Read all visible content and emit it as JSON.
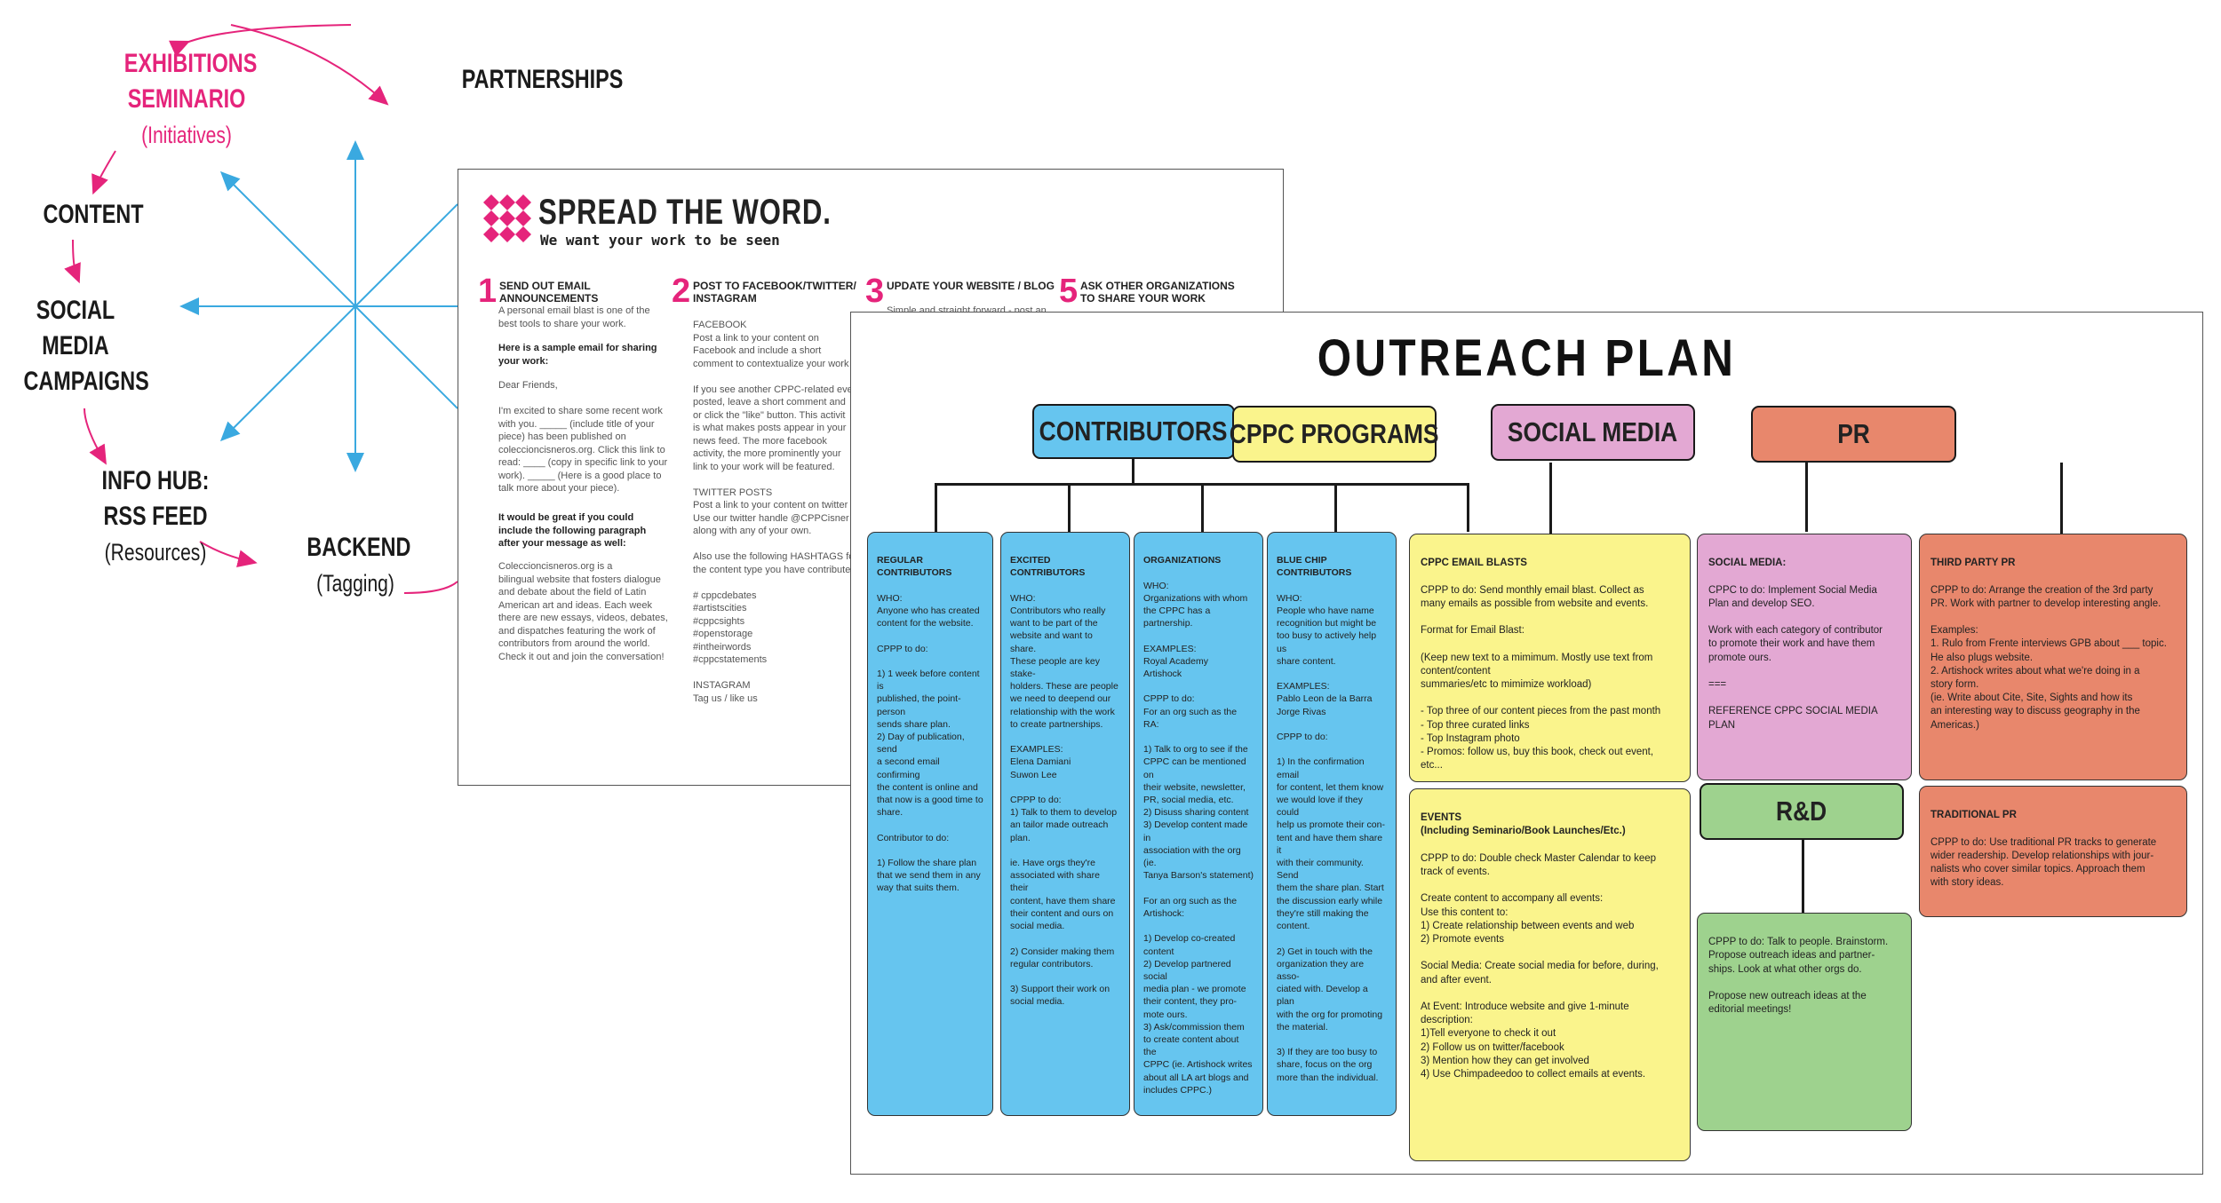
{
  "cycle": {
    "exhibitions": "EXHIBITIONS",
    "seminario": "SEMINARIO",
    "initiatives": "(Initiatives)",
    "partnerships": "PARTNERSHIPS",
    "content": "CONTENT",
    "social_media_campaigns": [
      "SOCIAL",
      "MEDIA",
      "CAMPAIGNS"
    ],
    "info_hub": "INFO HUB:",
    "rss_feed": "RSS FEED",
    "resources": "(Resources)",
    "backend": "BACKEND",
    "tagging": "(Tagging)",
    "colors": {
      "arrow": "#e5247b",
      "spoke": "#3aa9e0"
    }
  },
  "spread": {
    "title": "SPREAD THE WORD.",
    "subtitle": "We want your work to be seen",
    "steps": [
      {
        "num": "1",
        "head": "SEND OUT EMAIL ANNOUNCEMENTS"
      },
      {
        "num": "2",
        "head": "POST TO FACEBOOK/TWITTER/\nINSTAGRAM"
      },
      {
        "num": "3",
        "head": "UPDATE YOUR WEBSITE / BLOG"
      },
      {
        "num": "5",
        "head": "ASK OTHER ORGANIZATIONS\nTO SHARE YOUR WORK"
      }
    ],
    "col1_intro": "A personal email blast is one of the\nbest tools to share your work.",
    "col1_sample": "Here is a sample email for sharing\nyour work:",
    "col1_email": "Dear Friends,\n\nI'm excited to share some recent work\nwith you. _____ (include title of your\npiece) has been published on\ncoleccioncisneros.org. Click this link to\nread: ____ (copy in specific link to your\nwork). _____ (Here is a good place to\ntalk more about your piece).",
    "col1_great": "It would be great if you could\ninclude the following paragraph\nafter your message as well:",
    "col1_para": "Coleccioncisneros.org is a\nbilingual website that fosters dialogue\nand debate about the field of Latin\nAmerican art and ideas. Each week\nthere are new essays, videos, debates,\nand dispatches featuring the work of\ncontributors from around the world.\nCheck it out and join the conversation!",
    "col2_text": "FACEBOOK\nPost a link to your content on\nFacebook and include a short\ncomment to contextualize your work\n\nIf you see another CPPC-related eve\nposted, leave a short comment and\nor click the \"like\" button.  This activit\nis what makes posts appear in your\nnews feed.  The more facebook\nactivity, the more prominently your\nlink to your work will be featured.\n\nTWITTER POSTS\nPost a link to your content on twitter\nUse our twitter handle @CPPCisner\nalong with any of your own.\n\nAlso use the following HASHTAGS fo\nthe content type you have contributed\n\n# cppcdebates\n#artistscities\n#cppcsights\n#openstorage\n#intheirwords\n#cppcstatements\n\nINSTAGRAM\nTag us / like us",
    "col3_text": "Simple and straight forward - post an"
  },
  "outreach": {
    "title": "OUTREACH  PLAN",
    "headers": {
      "contributors": "CONTRIBUTORS",
      "cppc_programs": "CPPC PROGRAMS",
      "social_media": "SOCIAL MEDIA",
      "pr": "PR",
      "rd": "R&D"
    },
    "contributor_cards": [
      {
        "title": "REGULAR\nCONTRIBUTORS",
        "body": "\nWHO:\nAnyone who has created\ncontent for the website.\n\nCPPP to do:\n\n1) 1 week before content is\npublished, the point-person\nsends share plan.\n2) Day of publication, send\na second email confirming\nthe content is online and\nthat now is a good time to\nshare.\n\nContributor to do:\n\n1) Follow the share plan\nthat we send them in any\nway that suits them."
      },
      {
        "title": "EXCITED\nCONTRIBUTORS",
        "body": "\nWHO:\nContributors who really\nwant to be part of the\nwebsite and want to share.\nThese people are key stake-\nholders. These are people\nwe need to deepend our\nrelationship with the work\nto create partnerships.\n\nEXAMPLES:\nElena Damiani\nSuwon Lee\n\nCPPP to do:\n1) Talk to them to develop\nan tailor made outreach\nplan.\n\nie. Have orgs they're\nassociated with share their\ncontent, have them share\ntheir content and ours on\nsocial media.\n\n2) Consider making them\nregular contributors.\n\n3) Support their work on\nsocial media."
      },
      {
        "title": "ORGANIZATIONS",
        "body": "\nWHO:\nOrganizations with whom\nthe CPPC has a partnership.\n\nEXAMPLES:\nRoyal Academy\nArtishock\n\nCPPP to do:\nFor an org such as the RA:\n\n1) Talk to org to see if the\nCPPC can be mentioned on\ntheir website, newsletter,\nPR, social media, etc.\n2) Disuss sharing content\n3) Develop content made in\nassociation with the org (ie.\nTanya Barson's statement)\n\nFor an org such as the\nArtishock:\n\n1) Develop co-created\ncontent\n2) Develop partnered social\nmedia plan - we promote\ntheir content,  they pro-\nmote ours.\n3) Ask/commission them\nto create content about the\nCPPC (ie. Artishock writes\nabout all LA art blogs and\nincludes CPPC.)"
      },
      {
        "title": "BLUE CHIP\nCONTRIBUTORS",
        "body": "\nWHO:\nPeople who have name\nrecognition but might be\ntoo busy to actively help us\nshare content.\n\nEXAMPLES:\nPablo Leon de la Barra\nJorge Rivas\n\nCPPP to do:\n\n1) In the confirmation email\nfor content, let them know\nwe would love if they could\nhelp us promote their con-\ntent and have them share it\nwith their community. Send\nthem the share plan. Start\nthe discussion early while\nthey're still making the\ncontent.\n\n2) Get in touch with the\norganization they are asso-\nciated with. Develop a plan\nwith the org for promoting\nthe material.\n\n3) If they are too busy to\nshare, focus on the org\nmore than the individual."
      }
    ],
    "email_blasts": {
      "title": "CPPC EMAIL BLASTS",
      "body": "\nCPPP to do: Send monthly email blast. Collect as\nmany emails as possible from website and events.\n\nFormat for Email Blast:\n\n(Keep new text to a mimimum. Mostly use text from content/content\nsummaries/etc to mimimize workload)\n\n- Top three of our content pieces from the past month\n- Top three curated links\n- Top Instagram photo\n- Promos: follow us, buy this book, check out event,\netc..."
    },
    "events": {
      "title": "EVENTS\n(Including Seminario/Book Launches/Etc.)",
      "body": "\nCPPP to do: Double check Master Calendar to keep\ntrack of events.\n\nCreate content to accompany all events:\nUse this content to:\n1) Create relationship between events and web\n2) Promote events\n\nSocial Media: Create social media for before, during,\nand after event.\n\nAt Event: Introduce website and give 1-minute\ndescription:\n1)Tell everyone to check it out\n2) Follow us on twitter/facebook\n3) Mention how they can get involved\n4) Use Chimpadeedoo to collect emails at events."
    },
    "social_card": {
      "title": "SOCIAL MEDIA:",
      "body": "\nCPPC to do: Implement Social Media\nPlan and develop SEO.\n\nWork with each category of contributor\nto promote their work and have them\npromote ours.\n\n===\n\nREFERENCE CPPC SOCIAL MEDIA PLAN"
    },
    "rd_card": {
      "body": "CPPP to do: Talk to people. Brainstorm.\nPropose outreach ideas and partner-\nships. Look at what other orgs do.\n\nPropose new outreach ideas at the\neditorial meetings!"
    },
    "third_party": {
      "title": "THIRD PARTY PR",
      "body": "\nCPPP to do: Arrange the creation of the 3rd party\nPR. Work with partner to develop interesting angle.\n\nExamples:\n1. Rulo from Frente interviews GPB about ___ topic.\nHe also plugs website.\n2. Artishock writes about what we're doing in a\nstory form.\n(ie. Write about Cite, Site, Sights and how its\nan interesting way to discuss geography in the\nAmericas.)"
    },
    "traditional": {
      "title": "TRADITIONAL PR",
      "body": "\nCPPP to do: Use traditional PR tracks to generate\nwider readership. Develop relationships with jour-\nnalists who cover similar topics. Approach them\nwith story ideas."
    },
    "colors": {
      "blue": "#66c5ef",
      "yellow": "#faf48c",
      "pink": "#e3a8d3",
      "orange": "#e8876c",
      "green": "#9ed28e"
    }
  }
}
